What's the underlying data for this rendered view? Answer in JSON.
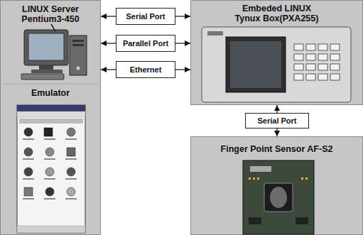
{
  "diagram": {
    "nodes": [
      {
        "text": [
          "LINUX Server Pentium3-450",
          "Emulator"
        ]
      },
      {
        "text": [
          "Serial Port"
        ]
      },
      {
        "text": [
          "Parallel Port"
        ]
      },
      {
        "text": [
          "Ethernet"
        ]
      },
      {
        "text": [
          "Embeded LINUX Tynux Box(PXA255)"
        ]
      },
      {
        "text": [
          "Serial Port"
        ]
      },
      {
        "text": [
          "Finger Point Sensor AF-S2"
        ]
      }
    ],
    "edges": [
      {
        "from": 1,
        "to": 0,
        "arrow": "to"
      },
      {
        "from": 1,
        "to": 4,
        "arrow": "to"
      },
      {
        "from": 2,
        "to": 0,
        "arrow": "to"
      },
      {
        "from": 2,
        "to": 4,
        "arrow": "to"
      },
      {
        "from": 3,
        "to": 0,
        "arrow": "to"
      },
      {
        "from": 3,
        "to": 4,
        "arrow": "to"
      },
      {
        "from": 5,
        "to": 4,
        "arrow": "to"
      },
      {
        "from": 5,
        "to": 6,
        "arrow": "to"
      }
    ]
  }
}
